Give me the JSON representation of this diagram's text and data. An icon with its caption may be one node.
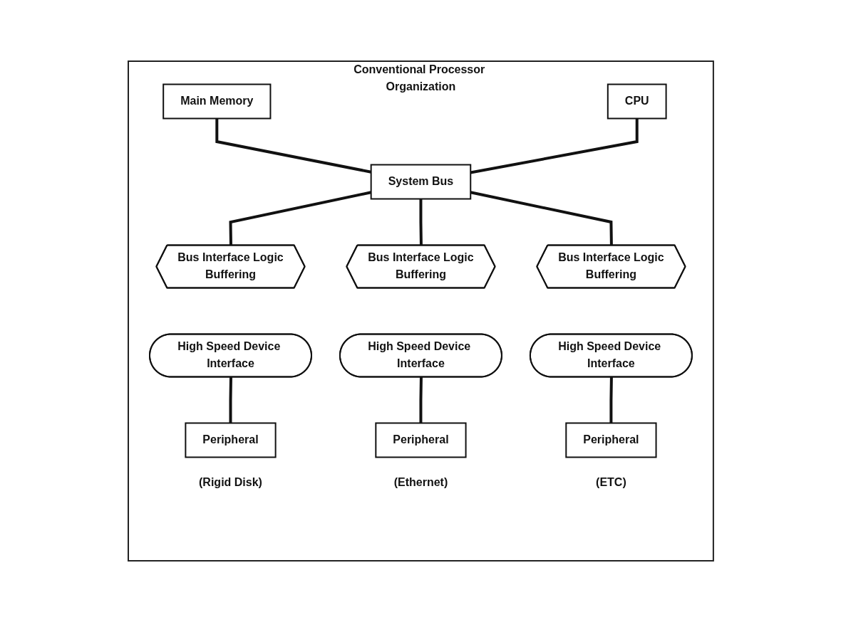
{
  "diagram": {
    "nodes": [
      {
        "text": [
          "Conventional Processor Organization"
        ]
      },
      {
        "text": [
          "Main Memory"
        ],
        "in": 0
      },
      {
        "text": [
          "CPU"
        ],
        "in": 0
      },
      {
        "text": [
          "System Bus"
        ],
        "in": 0
      },
      {
        "text": [
          "Bus Interface Logic",
          "Buffering"
        ],
        "in": 0
      },
      {
        "text": [
          "High Speed Device Interface"
        ],
        "in": 0
      },
      {
        "text": [
          "Peripheral"
        ],
        "in": 0,
        "beside": [
          "(Rigid Disk)"
        ]
      },
      {
        "text": [
          "Bus Interface Logic",
          "Buffering"
        ],
        "in": 0
      },
      {
        "text": [
          "High Speed Device Interface"
        ],
        "in": 0
      },
      {
        "text": [
          "Peripheral"
        ],
        "in": 0,
        "beside": [
          "(Ethernet)"
        ]
      },
      {
        "text": [
          "Bus Interface Logic",
          "Buffering"
        ],
        "in": 0
      },
      {
        "text": [
          "High Speed Device Interface"
        ],
        "in": 0
      },
      {
        "text": [
          "Peripheral"
        ],
        "in": 0,
        "beside": [
          "(ETC)"
        ]
      }
    ],
    "edges": [
      {
        "from": 1,
        "to": 3,
        "arrow": "none"
      },
      {
        "from": 2,
        "to": 3,
        "arrow": "none"
      },
      {
        "from": 3,
        "to": 4,
        "arrow": "none"
      },
      {
        "from": 3,
        "to": 7,
        "arrow": "none"
      },
      {
        "from": 3,
        "to": 10,
        "arrow": "none"
      },
      {
        "from": 5,
        "to": 6,
        "arrow": "none"
      },
      {
        "from": 8,
        "to": 9,
        "arrow": "none"
      },
      {
        "from": 11,
        "to": 12,
        "arrow": "none"
      }
    ]
  }
}
